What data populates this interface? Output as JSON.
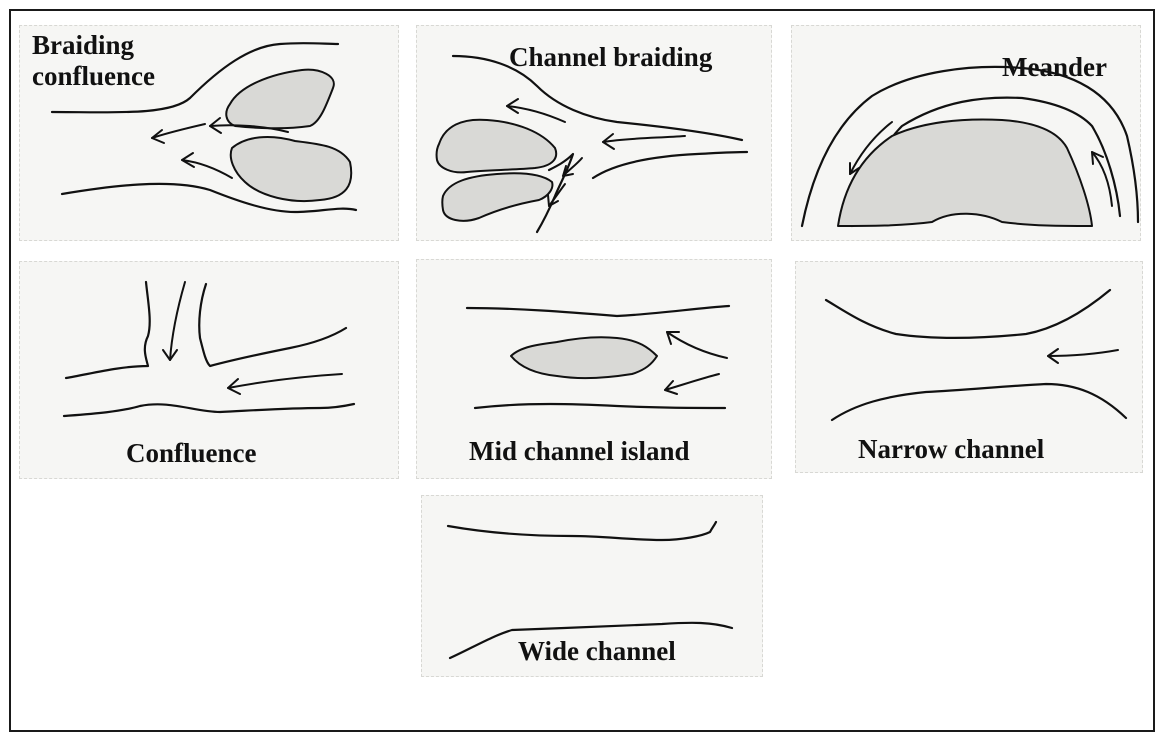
{
  "panels": {
    "braiding_confluence": {
      "label_line1": "Braiding",
      "label_line2": "confluence"
    },
    "channel_braiding": {
      "label": "Channel braiding"
    },
    "meander": {
      "label": "Meander"
    },
    "confluence": {
      "label": "Confluence"
    },
    "mid_channel_island": {
      "label": "Mid channel island"
    },
    "narrow_channel": {
      "label": "Narrow channel"
    },
    "wide_channel": {
      "label": "Wide channel"
    }
  },
  "colors": {
    "line": "#111111",
    "island_fill": "#d9d9d6",
    "panel_background": "#f6f6f4",
    "frame": "#1a1a1a"
  },
  "icons": [
    "flow-arrow-icon"
  ]
}
